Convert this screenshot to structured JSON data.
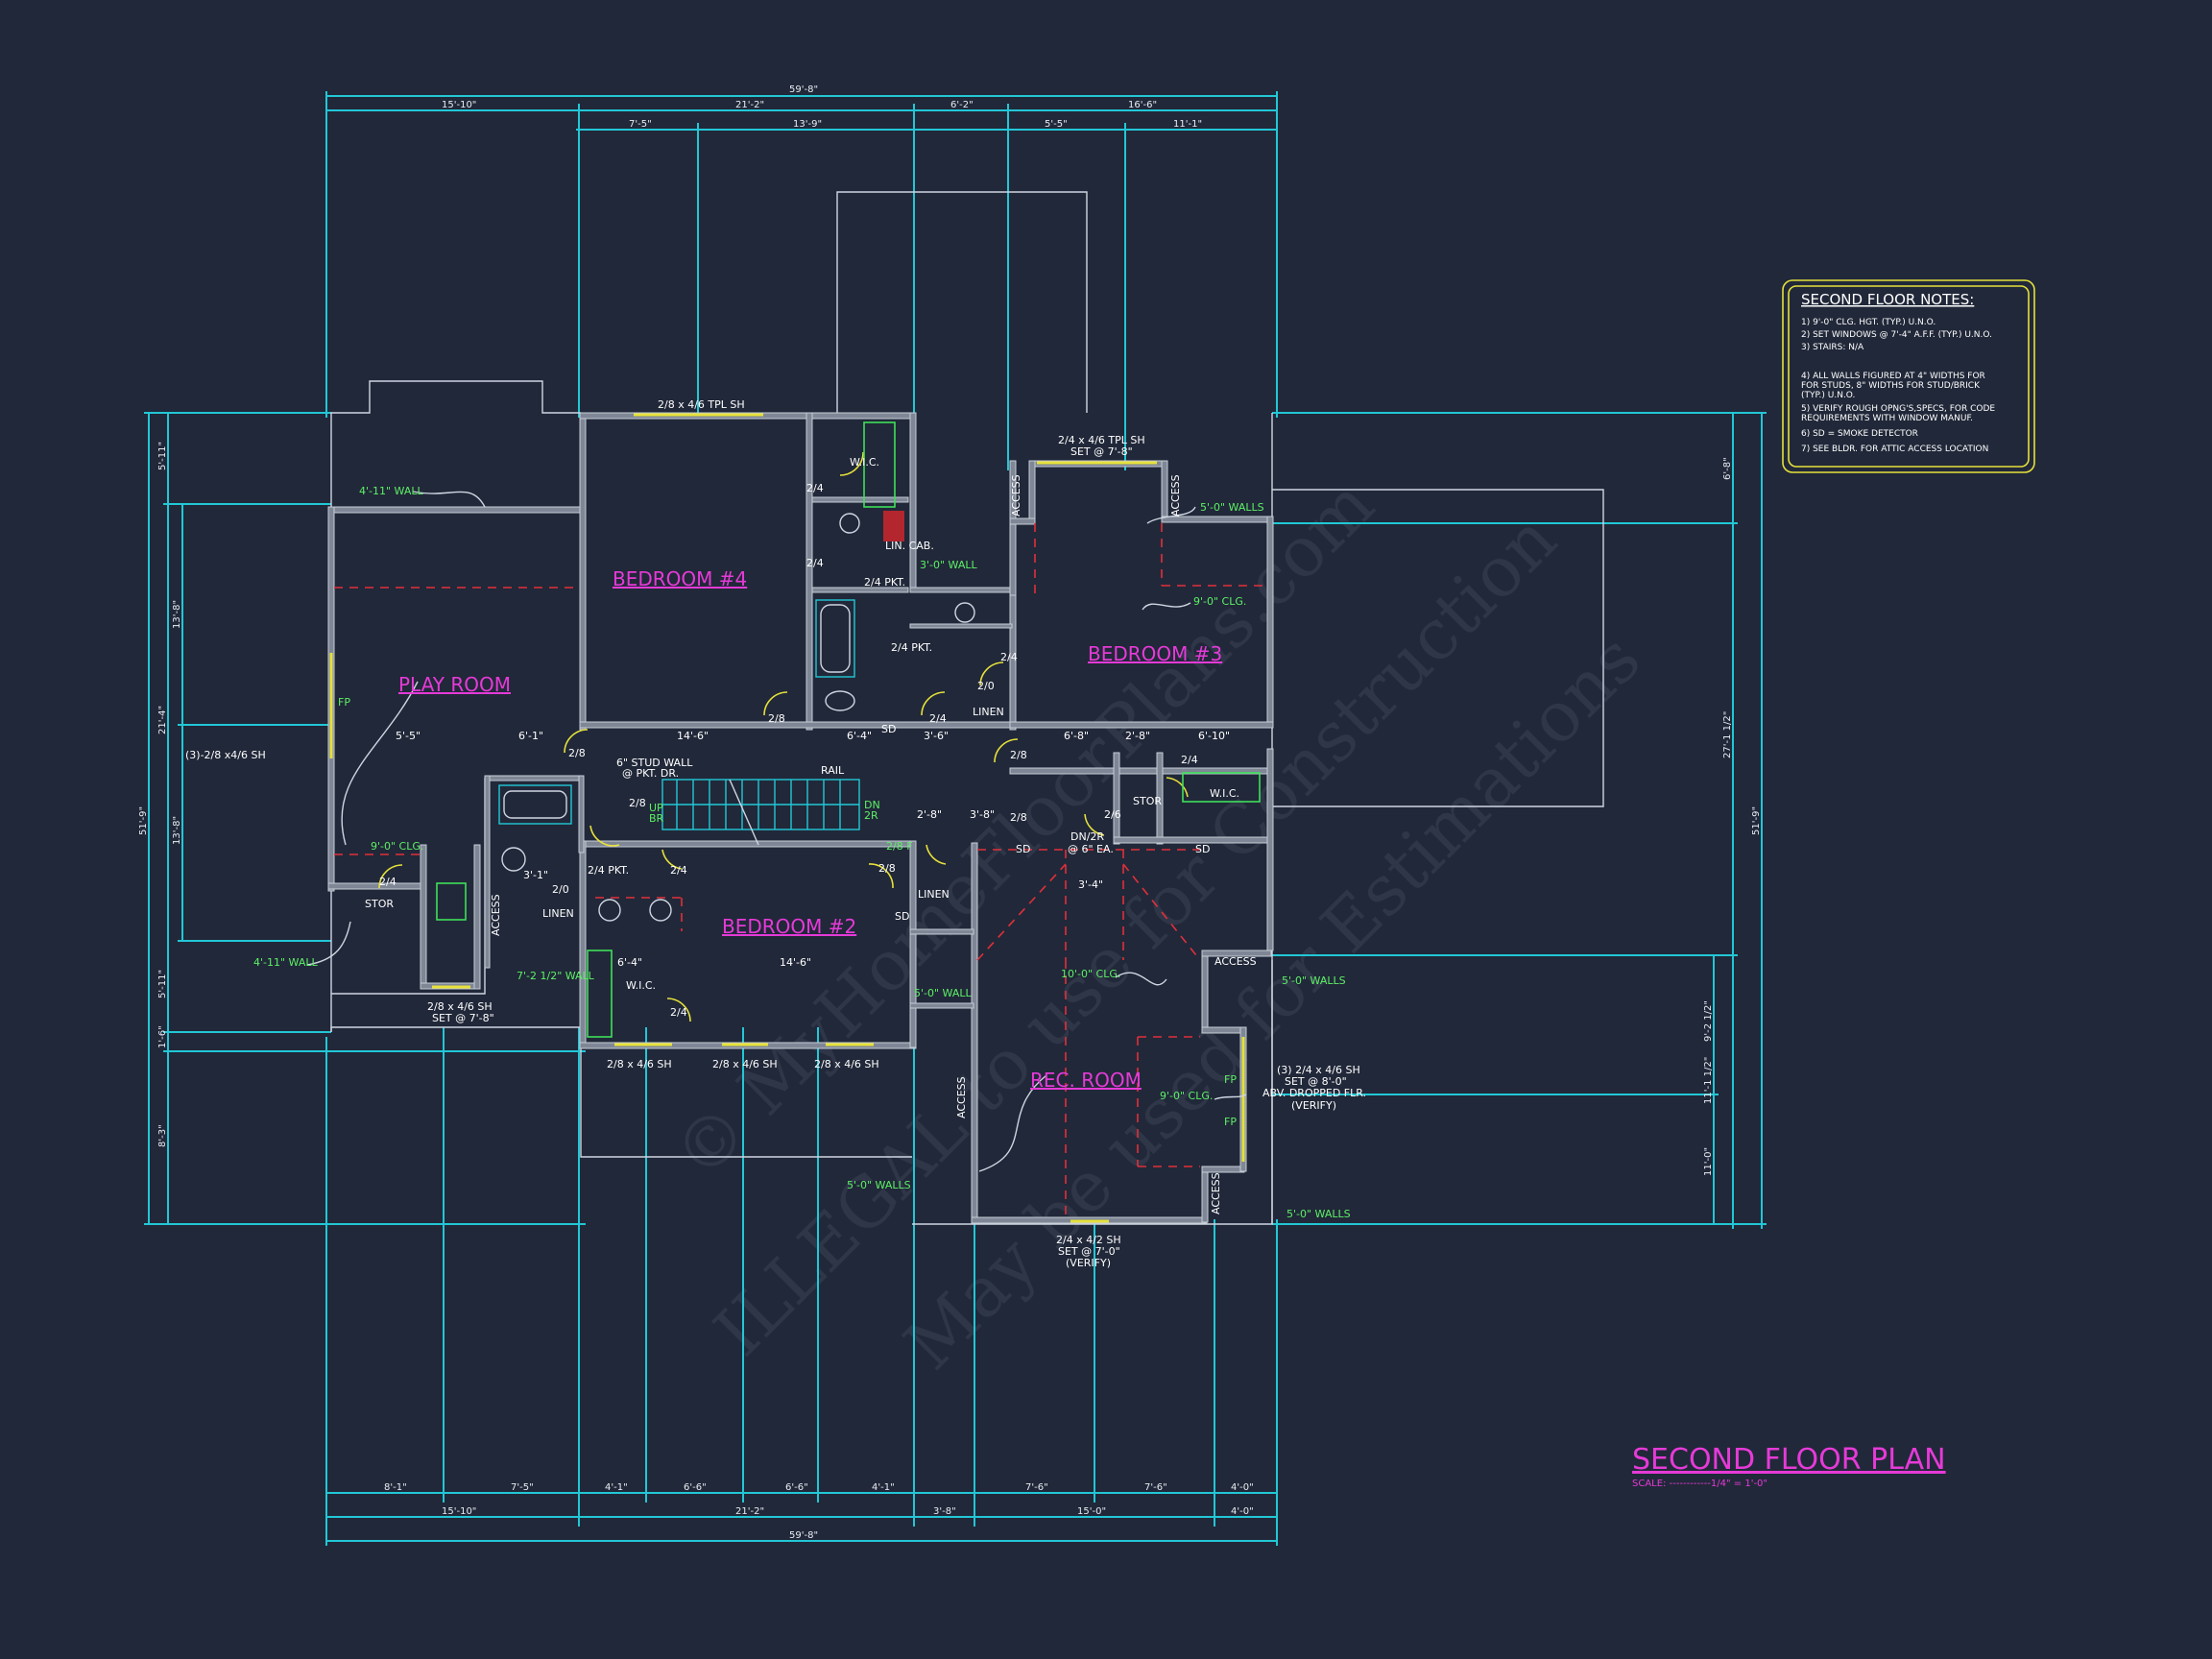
{
  "drawing": {
    "title": "SECOND FLOOR PLAN",
    "scale": "SCALE: ------------1/4\" = 1'-0\""
  },
  "rooms": {
    "play": "PLAY ROOM",
    "bed4": "BEDROOM #4",
    "bed3": "BEDROOM #3",
    "bed2": "BEDROOM #2",
    "rec": "REC. ROOM"
  },
  "notes": {
    "header": "SECOND FLOOR NOTES:",
    "lines": [
      "1) 9'-0\" CLG. HGT. (TYP.) U.N.O.",
      "2) SET WINDOWS @ 7'-4\" A.F.F. (TYP.) U.N.O.",
      "3) STAIRS: N/A",
      "",
      "4) ALL WALLS FIGURED AT 4\" WIDTHS FOR",
      "   FOR STUDS, 8\" WIDTHS FOR STUD/BRICK",
      "   (TYP.) U.N.O.",
      "5) VERIFY ROUGH OPNG'S,SPECS, FOR CODE",
      "   REQUIREMENTS WITH WINDOW MANUF.",
      "6) SD = SMOKE DETECTOR",
      "7) SEE BLDR. FOR ATTIC ACCESS LOCATION"
    ]
  },
  "dims": {
    "top_overall": "59'-8\"",
    "top1": [
      "15'-10\"",
      "21'-2\"",
      "6'-2\"",
      "16'-6\""
    ],
    "top2": [
      "7'-5\"",
      "13'-9\"",
      "5'-5\"",
      "11'-1\""
    ],
    "bottom1": [
      "8'-1\"",
      "7'-5\"",
      "4'-1\"",
      "6'-6\"",
      "6'-6\"",
      "4'-1\"",
      "7'-6\"",
      "7'-6\"",
      "4'-0\""
    ],
    "bottom2": [
      "15'-10\"",
      "21'-2\"",
      "3'-8\"",
      "15'-0\"",
      "4'-0\""
    ],
    "bottom_overall": "59'-8\"",
    "left_outer": "51'-9\"",
    "left1": [
      "5'-11\"",
      "21'-4\"",
      "5'-11\"",
      "1'-6\"",
      "8'-3\""
    ],
    "left2": [
      "13'-8\"",
      "13'-8\""
    ],
    "right_outer": "51'-9\"",
    "right1": [
      "6'-8\"",
      "27'-1 1/2\"",
      "9'-2 1/2\"",
      "11'-1 1/2\"",
      "11'-0\""
    ]
  },
  "labels": {
    "win_top_bed4": "2/8 x 4/6 TPL SH",
    "win_top_bed3": "2/4 x 4/6 TPL SH",
    "win_top_bed3_b": "SET @ 7'-8\"",
    "wall_411_top": "4'-11\" WALL",
    "wall_50_bed3": "5'-0\" WALLS",
    "clg_bed3": "9'-0\" CLG.",
    "wall_30": "3'-0\" WALL",
    "wic_top": "W.I.C.",
    "lin_cab": "LIN. CAB.",
    "pkt_24": "2/4 PKT.",
    "pkt_24b": "2/4 PKT.",
    "access1": "ACCESS",
    "access2": "ACCESS",
    "access3": "ACCESS",
    "access4": "ACCESS",
    "access5": "ACCESS",
    "access6": "ACCESS",
    "linen1": "LINEN",
    "linen2": "LINEN",
    "linen3": "LINEN",
    "win_play": "(3)-2/8 x4/6 SH",
    "stud_wall": "6\" STUD WALL",
    "stud_wall_b": "@ PKT. DR.",
    "rail": "RAIL",
    "up": "UP",
    "dn": "DN",
    "clg_play": "9'-0\" CLG.",
    "stor1": "STOR",
    "stor2": "STOR",
    "wic_right": "W.I.C.",
    "wic_b2": "W.I.C.",
    "dnr": "DN/2R",
    "dnr_b": "@ 6\" EA.",
    "wall_411_bot": "4'-11\" WALL",
    "wall_72": "7'-2 1/2\" WALL",
    "win_bot_play": "2/8 x 4/6 SH",
    "win_bot_play_b": "SET @ 7'-8\"",
    "win_b2_1": "2/8 x 4/6 SH",
    "win_b2_2": "2/8 x 4/6 SH",
    "win_b2_3": "2/8 x 4/6 SH",
    "wall_50_b2": "5'-0\" WALL",
    "clg_rec_10": "10'-0\" CLG.",
    "clg_rec_9": "9'-0\" CLG.",
    "wall_50_rec1": "5'-0\" WALLS",
    "wall_50_rec2": "5'-0\" WALLS",
    "wall_50_rec3": "5'-0\" WALLS",
    "win_rec": "(3) 2/4 x 4/6 SH",
    "win_rec_b": "SET @ 8'-0\"",
    "win_rec_c": "ABV. DROPPED FLR.",
    "win_rec_d": "(VERIFY)",
    "win_rec_bot": "2/4 x 4/2 SH",
    "win_rec_bot_b": "SET @ 7'-0\"",
    "win_rec_bot_c": "(VERIFY)",
    "sd1": "SD",
    "sd2": "SD",
    "sd3": "SD",
    "sd4": "SD",
    "fp1": "FP",
    "fp2": "FP",
    "fp3": "FP",
    "d_14_6": "14'-6\"",
    "d_6_4": "6'-4\"",
    "d_3_6": "3'-6\"",
    "d_6_4b": "6'-4\"",
    "d_6_8": "6'-8\"",
    "d_2_8": "2'-8\"",
    "d_6_10": "6'-10\"",
    "d_5_5": "5'-5\"",
    "d_6_1": "6'-1\"",
    "d_14_6b": "14'-6\"",
    "d_3_4": "3'-4\"",
    "d_2_8b": "2'-8\"",
    "d_3_8": "3'-8\"",
    "d_3_1": "3'-1\"",
    "door_24": "2/4",
    "door_28": "2/8",
    "door_20": "2/0",
    "door_26": "2/6",
    "door_28f": "2/8 F",
    "pkt_24c": "2/4 PKT.",
    "br": "BR",
    "d2r": "2R"
  },
  "watermark": {
    "line1": "© MyHomeFloorPlans.com",
    "line2": "ILLEGAL to use for Construction",
    "line3": "May be used for Estimations"
  }
}
